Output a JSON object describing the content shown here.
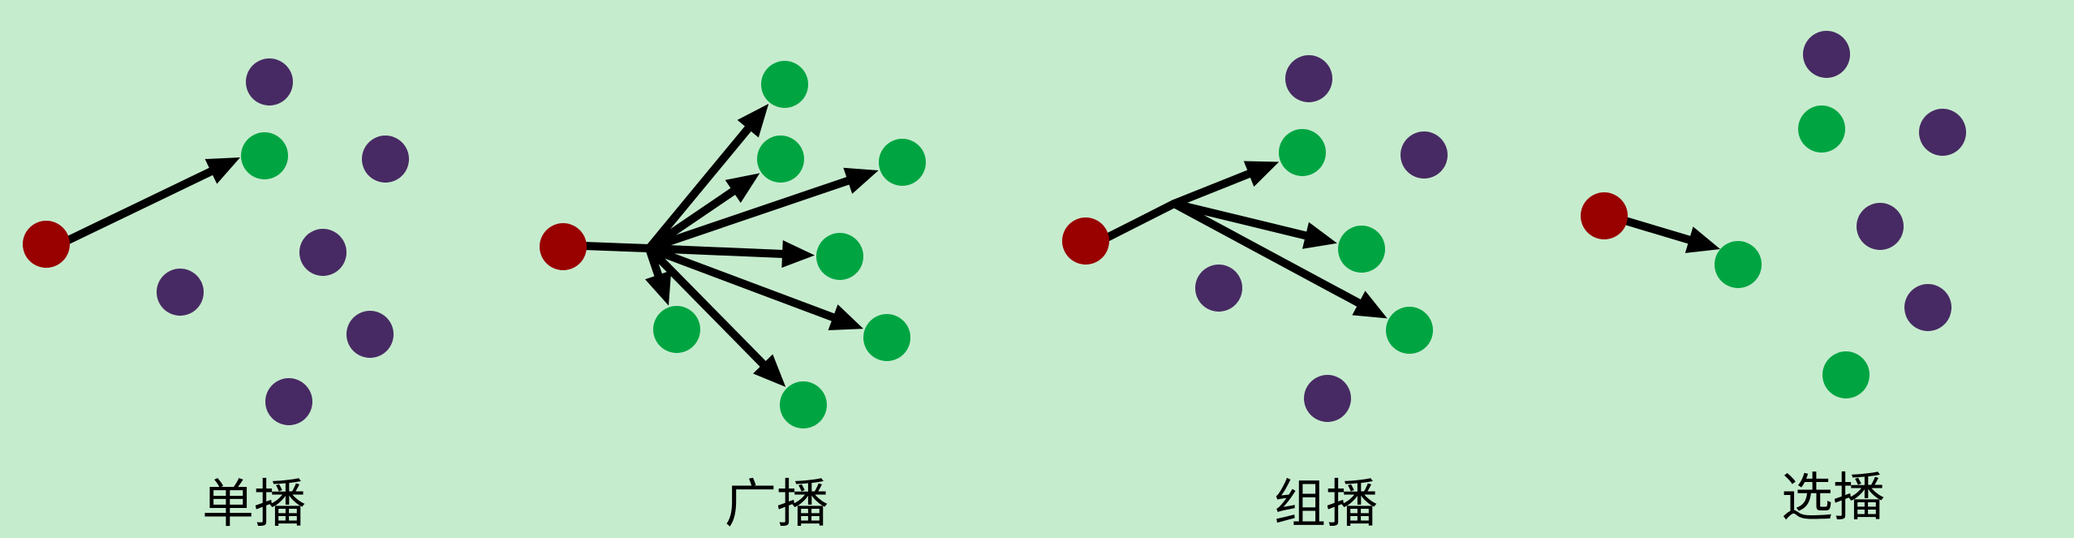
{
  "colors": {
    "background": "#c6ecce",
    "source": "#990000",
    "receiver": "#00a542",
    "other": "#472a63",
    "arrow": "#000000"
  },
  "panels": [
    {
      "id": "unicast",
      "label": "单播"
    },
    {
      "id": "broadcast",
      "label": "广播"
    },
    {
      "id": "multicast",
      "label": "组播"
    },
    {
      "id": "anycast",
      "label": "选播"
    }
  ]
}
